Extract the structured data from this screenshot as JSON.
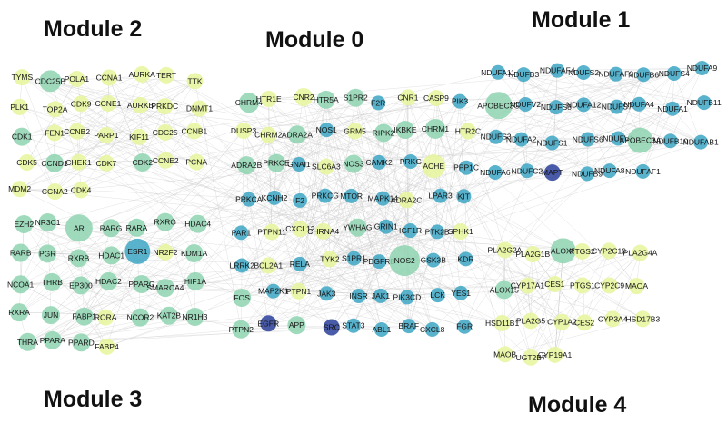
{
  "colors": {
    "light": "#e6f59a",
    "mid": "#8fd3b0",
    "teal": "#3da6c4",
    "dark": "#2a3f9a",
    "edge": "#c9c9c9"
  },
  "modules": [
    {
      "title": "Module 0",
      "nodes": [
        [
          "CHRM4",
          "mid"
        ],
        [
          "HTR1E",
          "light"
        ],
        [
          "CNR2",
          "light"
        ],
        [
          "HTR5A",
          "mid"
        ],
        [
          "S1PR2",
          "mid"
        ],
        [
          "F2R",
          "teal"
        ],
        [
          "CNR1",
          "light"
        ],
        [
          "CASP9",
          "light"
        ],
        [
          "PIK3",
          "teal"
        ],
        [
          "DUSP3",
          "light"
        ],
        [
          "CHRM2",
          "light"
        ],
        [
          "ADRA2A",
          "mid"
        ],
        [
          "NOS1",
          "teal"
        ],
        [
          "GRM5",
          "light"
        ],
        [
          "RIPK2",
          "mid"
        ],
        [
          "IKBKE",
          "mid"
        ],
        [
          "CHRM1",
          "mid"
        ],
        [
          "HTR2C",
          "light"
        ],
        [
          "ADRA2B",
          "mid"
        ],
        [
          "PRKCE",
          "mid"
        ],
        [
          "GNAI1",
          "teal"
        ],
        [
          "SLC6A3",
          "light"
        ],
        [
          "NOS3",
          "mid"
        ],
        [
          "CAMK2",
          "teal"
        ],
        [
          "PRKG",
          "teal"
        ],
        [
          "ACHE",
          "light"
        ],
        [
          "PPP1C",
          "teal"
        ],
        [
          "PRKCA",
          "teal"
        ],
        [
          "KCNH2",
          "teal"
        ],
        [
          "F2",
          "teal"
        ],
        [
          "PRKCG",
          "teal"
        ],
        [
          "MTOR",
          "teal"
        ],
        [
          "MAPK14",
          "teal"
        ],
        [
          "ADRA2C",
          "light"
        ],
        [
          "LPAR3",
          "teal"
        ],
        [
          "KIT",
          "teal"
        ],
        [
          "PAR1",
          "teal"
        ],
        [
          "PTPN11",
          "light"
        ],
        [
          "CXCL12",
          "light"
        ],
        [
          "CHRNA4",
          "light"
        ],
        [
          "YWHAG",
          "mid"
        ],
        [
          "GRIN1",
          "teal"
        ],
        [
          "IGF1R",
          "teal"
        ],
        [
          "PTK2B",
          "teal"
        ],
        [
          "SPHK1",
          "light"
        ],
        [
          "LRRK2",
          "teal"
        ],
        [
          "BCL2A1",
          "light"
        ],
        [
          "RELA",
          "teal"
        ],
        [
          "TYK2",
          "light"
        ],
        [
          "S1PR1",
          "teal"
        ],
        [
          "PDGFRB",
          "teal"
        ],
        [
          "NOS2",
          "mid"
        ],
        [
          "GSK3B",
          "teal"
        ],
        [
          "KDR",
          "teal"
        ],
        [
          "FOS",
          "mid"
        ],
        [
          "MAP2K1",
          "teal"
        ],
        [
          "PTPN1",
          "light"
        ],
        [
          "JAK3",
          "teal"
        ],
        [
          "INSR",
          "teal"
        ],
        [
          "JAK1",
          "teal"
        ],
        [
          "PIK3CD",
          "teal"
        ],
        [
          "LCK",
          "teal"
        ],
        [
          "YES1",
          "teal"
        ],
        [
          "PTPN2",
          "mid"
        ],
        [
          "EGFR",
          "dark"
        ],
        [
          "APP",
          "mid"
        ],
        [
          "SRC",
          "dark"
        ],
        [
          "STAT3",
          "teal"
        ],
        [
          "ABL1",
          "teal"
        ],
        [
          "BRAF",
          "teal"
        ],
        [
          "CXCL8",
          "teal"
        ],
        [
          "FGR",
          "teal"
        ]
      ]
    },
    {
      "title": "Module 1",
      "nodes": [
        [
          "NDUFA11",
          "teal"
        ],
        [
          "NDUFB3",
          "teal"
        ],
        [
          "NDUFAF4",
          "teal"
        ],
        [
          "NDUFS2",
          "teal"
        ],
        [
          "NDUFAF3",
          "teal"
        ],
        [
          "NDUFB6",
          "teal"
        ],
        [
          "NDUFS4",
          "teal"
        ],
        [
          "NDUFA9",
          "teal"
        ],
        [
          "APOBEC3G",
          "mid"
        ],
        [
          "NDUFV2",
          "teal"
        ],
        [
          "NDUFS8",
          "teal"
        ],
        [
          "NDUFA12",
          "teal"
        ],
        [
          "NDUFS7",
          "teal"
        ],
        [
          "NDUFA4",
          "teal"
        ],
        [
          "NDUFA1",
          "teal"
        ],
        [
          "NDUFB11",
          "teal"
        ],
        [
          "NDUFS3",
          "teal"
        ],
        [
          "NDUFA2",
          "teal"
        ],
        [
          "NDUFS1",
          "teal"
        ],
        [
          "NDUFS6",
          "teal"
        ],
        [
          "NDUFV1",
          "teal"
        ],
        [
          "APOBEC3A",
          "mid"
        ],
        [
          "NDUFB10",
          "teal"
        ],
        [
          "NDUFAB1",
          "teal"
        ],
        [
          "NDUFA6",
          "teal"
        ],
        [
          "NDUFC2",
          "teal"
        ],
        [
          "MAPT",
          "dark"
        ],
        [
          "NDUFB9",
          "teal"
        ],
        [
          "NDUFA8",
          "teal"
        ],
        [
          "NDUFAF1",
          "teal"
        ]
      ]
    },
    {
      "title": "Module 2",
      "nodes": [
        [
          "TYMS",
          "light"
        ],
        [
          "CDC25B",
          "mid"
        ],
        [
          "POLA1",
          "light"
        ],
        [
          "CCNA1",
          "light"
        ],
        [
          "AURKA",
          "light"
        ],
        [
          "TERT",
          "light"
        ],
        [
          "TTK",
          "light"
        ],
        [
          "PLK1",
          "light"
        ],
        [
          "TOP2A",
          "light"
        ],
        [
          "CDK9",
          "light"
        ],
        [
          "CCNE1",
          "light"
        ],
        [
          "AURKB",
          "light"
        ],
        [
          "PRKDC",
          "light"
        ],
        [
          "DNMT1",
          "light"
        ],
        [
          "CDK1",
          "mid"
        ],
        [
          "FEN1",
          "light"
        ],
        [
          "CCNB2",
          "light"
        ],
        [
          "PARP1",
          "light"
        ],
        [
          "KIF11",
          "light"
        ],
        [
          "CDC25",
          "light"
        ],
        [
          "CCNB1",
          "light"
        ],
        [
          "CDK5",
          "light"
        ],
        [
          "CCND1",
          "mid"
        ],
        [
          "CHEK1",
          "light"
        ],
        [
          "CDK7",
          "light"
        ],
        [
          "CDK2",
          "mid"
        ],
        [
          "CCNE2",
          "light"
        ],
        [
          "PCNA",
          "light"
        ],
        [
          "MDM2",
          "light"
        ],
        [
          "CCNA2",
          "light"
        ],
        [
          "CDK4",
          "light"
        ]
      ]
    },
    {
      "title": "Module 3",
      "nodes": [
        [
          "EZH2",
          "mid"
        ],
        [
          "NR3C1",
          "mid"
        ],
        [
          "AR",
          "mid"
        ],
        [
          "RARG",
          "mid"
        ],
        [
          "RARA",
          "mid"
        ],
        [
          "RXRG",
          "mid"
        ],
        [
          "HDAC4",
          "mid"
        ],
        [
          "RARB",
          "mid"
        ],
        [
          "PGR",
          "mid"
        ],
        [
          "RXRB",
          "mid"
        ],
        [
          "HDAC1",
          "mid"
        ],
        [
          "ESR1",
          "teal"
        ],
        [
          "NR2F2",
          "light"
        ],
        [
          "KDM1A",
          "mid"
        ],
        [
          "NCOA1",
          "mid"
        ],
        [
          "THRB",
          "mid"
        ],
        [
          "EP300",
          "mid"
        ],
        [
          "HDAC2",
          "mid"
        ],
        [
          "PPARG",
          "mid"
        ],
        [
          "SMARCA4",
          "mid"
        ],
        [
          "HIF1A",
          "mid"
        ],
        [
          "RXRA",
          "mid"
        ],
        [
          "JUN",
          "mid"
        ],
        [
          "FABP1",
          "mid"
        ],
        [
          "RORA",
          "light"
        ],
        [
          "NCOR2",
          "mid"
        ],
        [
          "KAT2B",
          "mid"
        ],
        [
          "NR1H3",
          "mid"
        ],
        [
          "THRA",
          "mid"
        ],
        [
          "PPARA",
          "mid"
        ],
        [
          "PPARD",
          "mid"
        ],
        [
          "FABP4",
          "light"
        ]
      ]
    },
    {
      "title": "Module 4",
      "nodes": [
        [
          "PLA2G2A",
          "light"
        ],
        [
          "PLA2G1B",
          "light"
        ],
        [
          "ALOX5",
          "mid"
        ],
        [
          "PTGS2",
          "light"
        ],
        [
          "CYP2C19",
          "light"
        ],
        [
          "PLA2G4A",
          "light"
        ],
        [
          "ALOX15",
          "mid"
        ],
        [
          "CYP17A1",
          "light"
        ],
        [
          "CES1",
          "light"
        ],
        [
          "PTGS1",
          "light"
        ],
        [
          "CYP2C9",
          "light"
        ],
        [
          "MAOA",
          "light"
        ],
        [
          "HSD11B1",
          "light"
        ],
        [
          "PLA2G5",
          "light"
        ],
        [
          "CYP1A2",
          "light"
        ],
        [
          "CES2",
          "light"
        ],
        [
          "CYP3A4",
          "light"
        ],
        [
          "HSD17B3",
          "light"
        ],
        [
          "MAOB",
          "light"
        ],
        [
          "UGT2B7",
          "light"
        ],
        [
          "CYP19A1",
          "light"
        ]
      ]
    }
  ]
}
